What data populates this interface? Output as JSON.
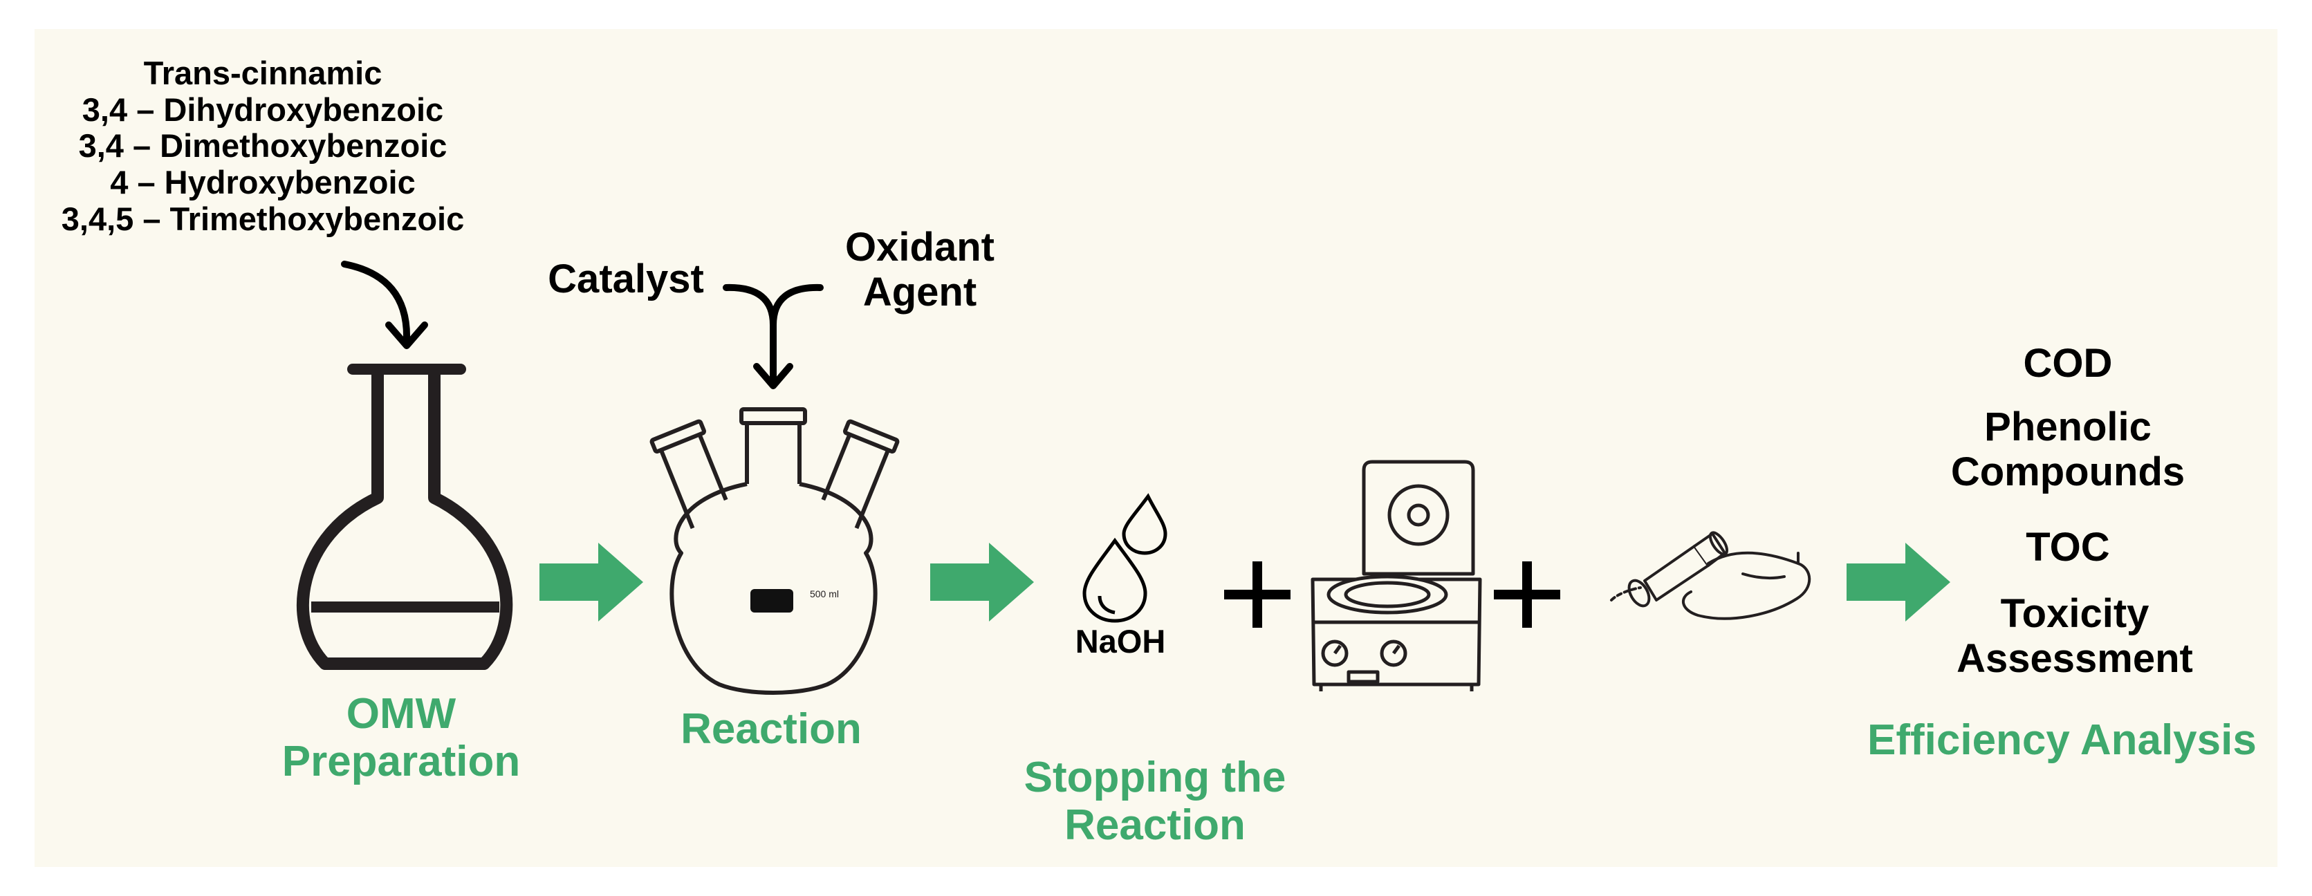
{
  "inputs": {
    "compounds": [
      "Trans-cinnamic",
      "3,4 – Dihydroxybenzoic",
      "3,4 – Dimethoxybenzoic",
      "4 – Hydroxybenzoic",
      "3,4,5 – Trimethoxybenzoic"
    ],
    "catalyst": "Catalyst",
    "oxidant_line1": "Oxidant",
    "oxidant_line2": "Agent"
  },
  "stages": {
    "omw_line1": "OMW",
    "omw_line2": "Preparation",
    "reaction": "Reaction",
    "stopping_line1": "Stopping the",
    "stopping_line2": "Reaction",
    "efficiency": "Efficiency Analysis"
  },
  "reagents": {
    "naoh": "NaOH",
    "flask_volume": "500 ml"
  },
  "analysis": {
    "items": [
      "COD",
      "Phenolic",
      "Compounds",
      "TOC",
      "Toxicity",
      "Assessment"
    ]
  },
  "colors": {
    "accent_green": "#3fa96d",
    "background": "#fbf9ef",
    "ink": "#231f20"
  },
  "icons": [
    "round-bottom-flask-icon",
    "three-neck-flask-icon",
    "naoh-drops-icon",
    "centrifuge-icon",
    "syringe-filter-icon",
    "arrow-right-icon",
    "plus-icon"
  ]
}
